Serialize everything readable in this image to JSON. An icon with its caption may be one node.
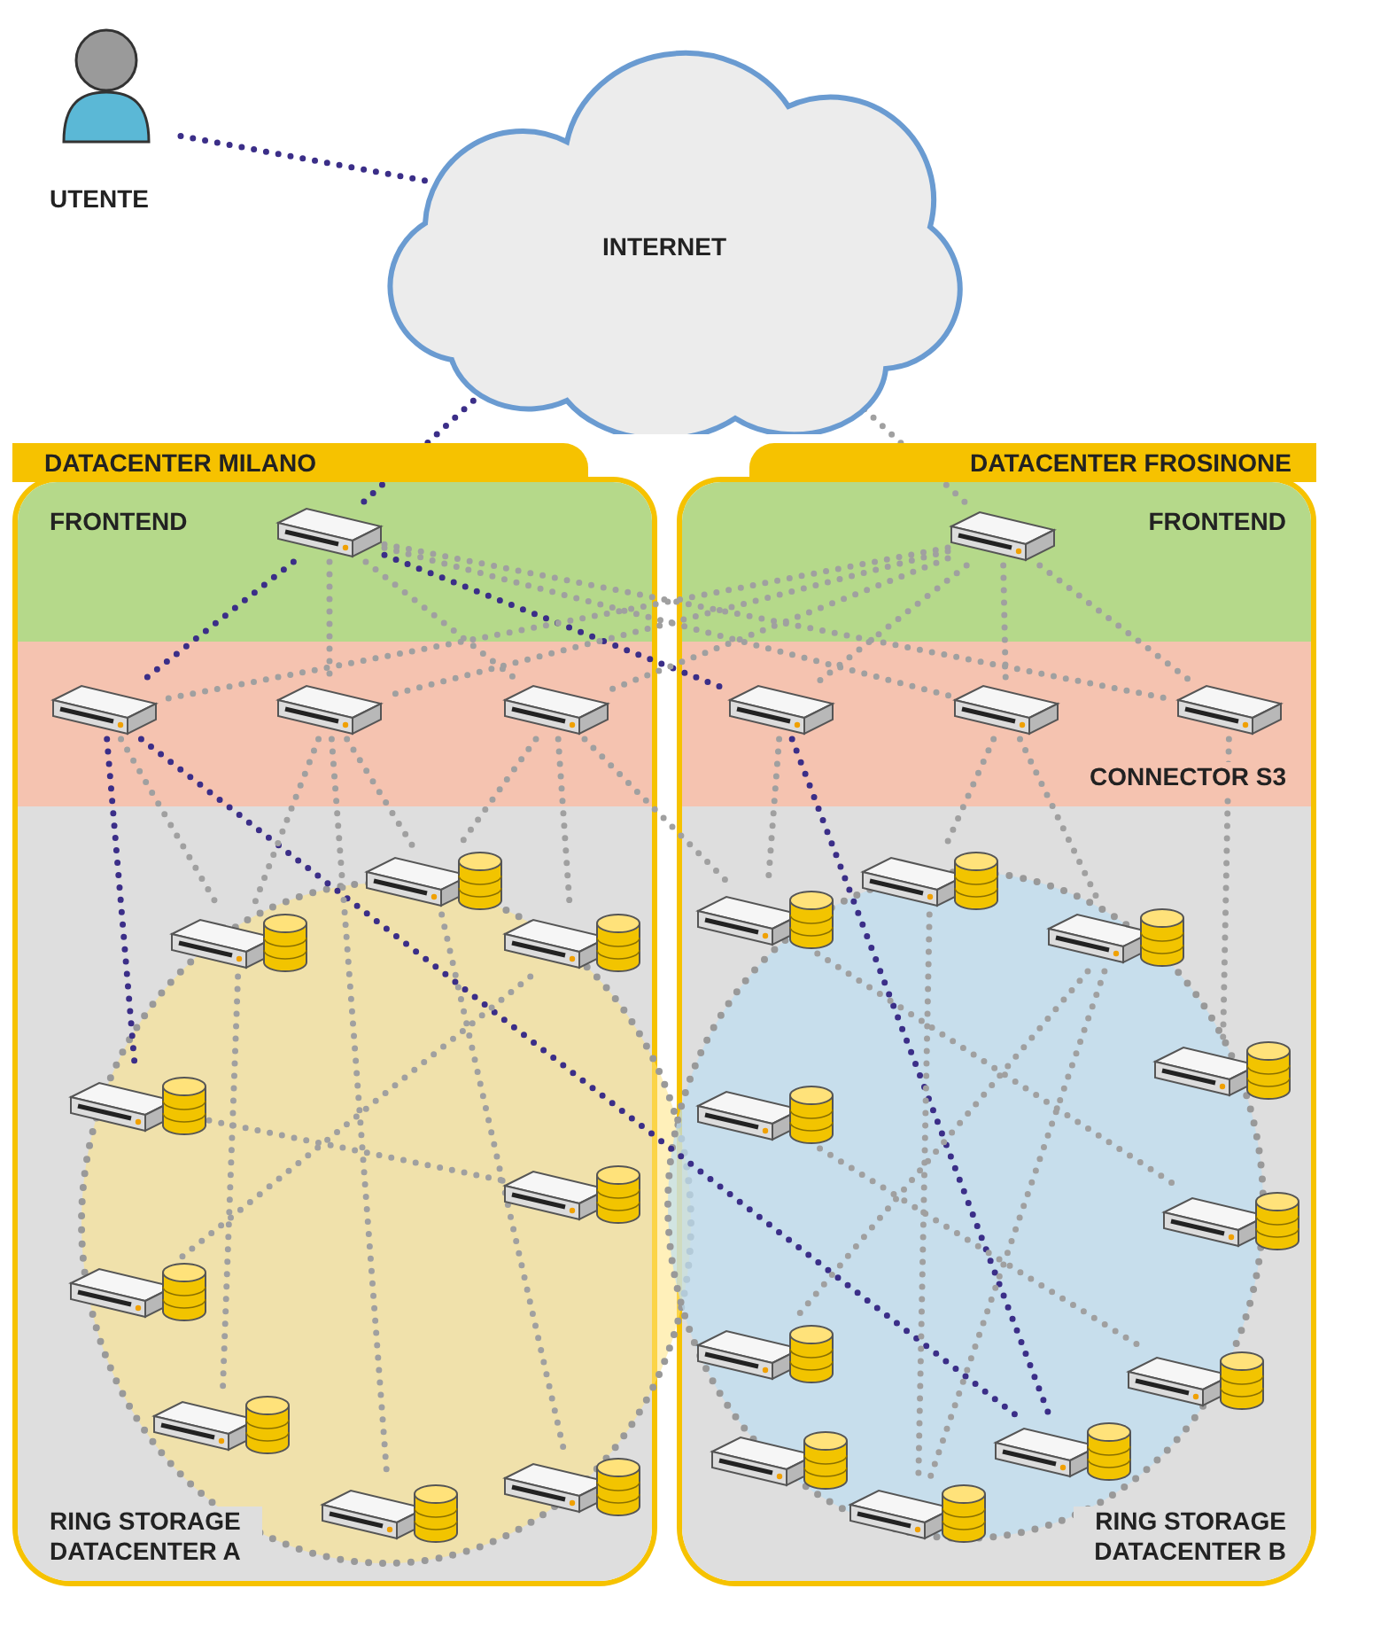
{
  "diagram": {
    "nodes": [
      {
        "text": [
          "UTENTE"
        ]
      },
      {
        "text": [
          "INTERNET"
        ]
      },
      {
        "text": [
          "DATACENTER MILANO"
        ]
      },
      {
        "text": [
          "DATACENTER FROSINONE"
        ]
      },
      {
        "text": [
          "FRONTEND"
        ],
        "in": 2
      },
      {
        "text": [
          "FRONTEND"
        ],
        "in": 3
      },
      {
        "text": [],
        "shape": "bar",
        "in": 2
      },
      {
        "text": [
          "CONNECTOR S3"
        ],
        "in": 3
      },
      {
        "text": [
          "RING STORAGE DATACENTER A"
        ],
        "in": 2
      },
      {
        "text": [
          "RING STORAGE DATACENTER B"
        ],
        "in": 3
      },
      {
        "text": [],
        "shape": "picture",
        "in": 4
      },
      {
        "text": [],
        "shape": "picture",
        "in": 5
      },
      {
        "text": [],
        "shape": "picture",
        "in": 6
      },
      {
        "text": [],
        "shape": "picture",
        "in": 6
      },
      {
        "text": [],
        "shape": "picture",
        "in": 6
      },
      {
        "text": [],
        "shape": "picture",
        "in": 7
      },
      {
        "text": [],
        "shape": "picture",
        "in": 7
      },
      {
        "text": [],
        "shape": "picture",
        "in": 7
      },
      {
        "text": [],
        "shape": "picture",
        "in": 8
      },
      {
        "text": [],
        "shape": "picture",
        "in": 8
      },
      {
        "text": [],
        "shape": "picture",
        "in": 8
      },
      {
        "text": [],
        "shape": "picture",
        "in": 8
      },
      {
        "text": [],
        "shape": "picture",
        "in": 8
      },
      {
        "text": [],
        "shape": "picture",
        "in": 8
      },
      {
        "text": [],
        "shape": "picture",
        "in": 8
      },
      {
        "text": [],
        "shape": "picture",
        "in": 8
      },
      {
        "text": [],
        "shape": "picture",
        "in": 8
      },
      {
        "text": [],
        "shape": "picture",
        "in": 9
      },
      {
        "text": [],
        "shape": "picture",
        "in": 9
      },
      {
        "text": [],
        "shape": "picture",
        "in": 9
      },
      {
        "text": [],
        "shape": "picture",
        "in": 9
      },
      {
        "text": [],
        "shape": "picture",
        "in": 9
      },
      {
        "text": [],
        "shape": "picture",
        "in": 9
      },
      {
        "text": [],
        "shape": "picture",
        "in": 9
      },
      {
        "text": [],
        "shape": "picture",
        "in": 9
      },
      {
        "text": [],
        "shape": "picture",
        "in": 9
      },
      {
        "text": [],
        "shape": "picture",
        "in": 9
      },
      {
        "text": [],
        "shape": "picture",
        "in": 9
      }
    ],
    "edges": [
      {
        "from": 0,
        "to": 1,
        "arrow": "none",
        "color": "#3b2e88"
      },
      {
        "from": 1,
        "to": 10,
        "arrow": "none",
        "color": "#3b2e88"
      },
      {
        "from": 1,
        "to": 11,
        "arrow": "none"
      },
      {
        "from": 10,
        "to": 12,
        "arrow": "none",
        "color": "#3b2e88"
      },
      {
        "from": 10,
        "to": 15,
        "arrow": "none",
        "color": "#3b2e88"
      },
      {
        "from": 10,
        "to": 13,
        "arrow": "none"
      },
      {
        "from": 10,
        "to": 14,
        "arrow": "none"
      },
      {
        "from": 10,
        "to": 16,
        "arrow": "none"
      },
      {
        "from": 10,
        "to": 17,
        "arrow": "none"
      },
      {
        "from": 11,
        "to": 12,
        "arrow": "none"
      },
      {
        "from": 11,
        "to": 13,
        "arrow": "none"
      },
      {
        "from": 11,
        "to": 14,
        "arrow": "none"
      },
      {
        "from": 11,
        "to": 15,
        "arrow": "none"
      },
      {
        "from": 11,
        "to": 16,
        "arrow": "none"
      },
      {
        "from": 11,
        "to": 17,
        "arrow": "none"
      },
      {
        "from": 12,
        "to": 21,
        "arrow": "none",
        "color": "#3b2e88"
      },
      {
        "from": 12,
        "to": 35,
        "arrow": "none",
        "color": "#3b2e88"
      },
      {
        "from": 15,
        "to": 35,
        "arrow": "none",
        "color": "#3b2e88"
      },
      {
        "from": 12,
        "to": 19,
        "arrow": "none"
      },
      {
        "from": 13,
        "to": 18,
        "arrow": "none"
      },
      {
        "from": 13,
        "to": 19,
        "arrow": "none"
      },
      {
        "from": 13,
        "to": 26,
        "arrow": "none"
      },
      {
        "from": 14,
        "to": 18,
        "arrow": "none"
      },
      {
        "from": 14,
        "to": 20,
        "arrow": "none"
      },
      {
        "from": 14,
        "to": 28,
        "arrow": "none"
      },
      {
        "from": 15,
        "to": 28,
        "arrow": "none"
      },
      {
        "from": 16,
        "to": 27,
        "arrow": "none"
      },
      {
        "from": 16,
        "to": 29,
        "arrow": "none"
      },
      {
        "from": 17,
        "to": 30,
        "arrow": "none"
      },
      {
        "from": 19,
        "to": 24,
        "arrow": "none"
      },
      {
        "from": 20,
        "to": 23,
        "arrow": "none"
      },
      {
        "from": 18,
        "to": 25,
        "arrow": "none"
      },
      {
        "from": 21,
        "to": 22,
        "arrow": "none"
      },
      {
        "from": 27,
        "to": 37,
        "arrow": "none"
      },
      {
        "from": 29,
        "to": 33,
        "arrow": "none"
      },
      {
        "from": 28,
        "to": 32,
        "arrow": "none"
      },
      {
        "from": 29,
        "to": 37,
        "arrow": "none"
      },
      {
        "from": 31,
        "to": 34,
        "arrow": "none"
      }
    ]
  }
}
